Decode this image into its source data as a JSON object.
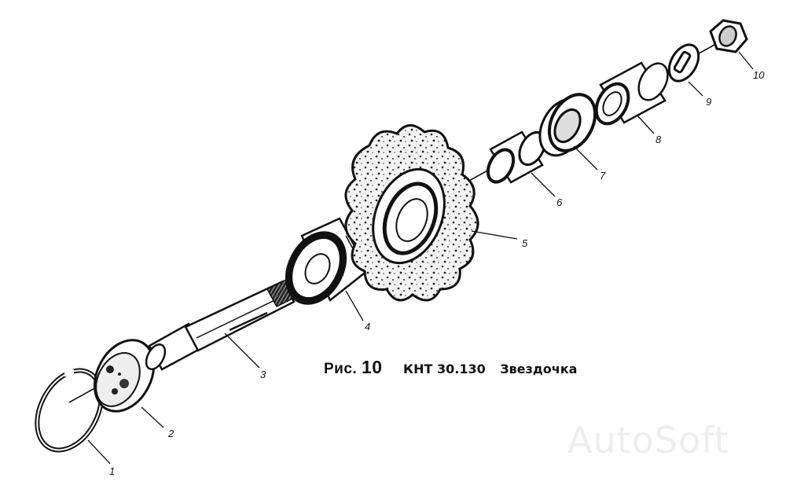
{
  "caption": {
    "figure_label": "Рис.",
    "figure_number": "10",
    "code": "КНТ 30.130",
    "title": "Звездочка"
  },
  "callouts": [
    "1",
    "2",
    "3",
    "4",
    "5",
    "6",
    "7",
    "8",
    "9",
    "10"
  ],
  "watermark": "AutoSoft",
  "colors": {
    "ink": "#111111",
    "background": "#ffffff"
  }
}
